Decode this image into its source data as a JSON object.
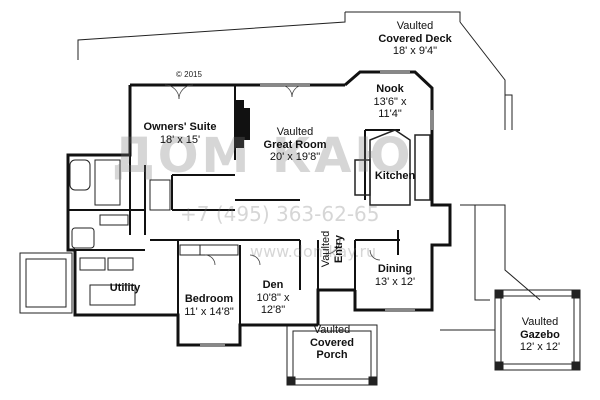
{
  "copyright": "© 2015",
  "rooms": {
    "deck": {
      "name": [
        "Vaulted",
        "Covered Deck"
      ],
      "dims": [
        "18' x 9'4\""
      ]
    },
    "nook": {
      "name": [
        "Nook"
      ],
      "dims": [
        "13'6\" x",
        "11'4\""
      ]
    },
    "owners": {
      "name": [
        "Owners' Suite"
      ],
      "dims": [
        "18' x 15'"
      ]
    },
    "great": {
      "name": [
        "Vaulted",
        "Great Room"
      ],
      "dims": [
        "20' x 19'8\""
      ]
    },
    "kitchen": {
      "name": [
        "Kitchen"
      ],
      "dims": []
    },
    "entry": {
      "name": [
        "Vaulted",
        "Entry"
      ],
      "dims": []
    },
    "utility": {
      "name": [
        "Utility"
      ],
      "dims": []
    },
    "bedroom": {
      "name": [
        "Bedroom"
      ],
      "dims": [
        "11' x 14'8\""
      ]
    },
    "den": {
      "name": [
        "Den"
      ],
      "dims": [
        "10'8\" x",
        "12'8\""
      ]
    },
    "dining": {
      "name": [
        "Dining"
      ],
      "dims": [
        "13' x 12'"
      ]
    },
    "porch": {
      "name": [
        "Vaulted",
        "Covered",
        "Porch"
      ],
      "dims": []
    },
    "gazebo": {
      "name": [
        "Vaulted",
        "Gazebo"
      ],
      "dims": [
        "12' x 12'"
      ]
    }
  },
  "watermark": {
    "logo": "ДОМ КАЮ",
    "phone": "+7 (495) 363-62-65",
    "site": "www.domkay.ru"
  }
}
